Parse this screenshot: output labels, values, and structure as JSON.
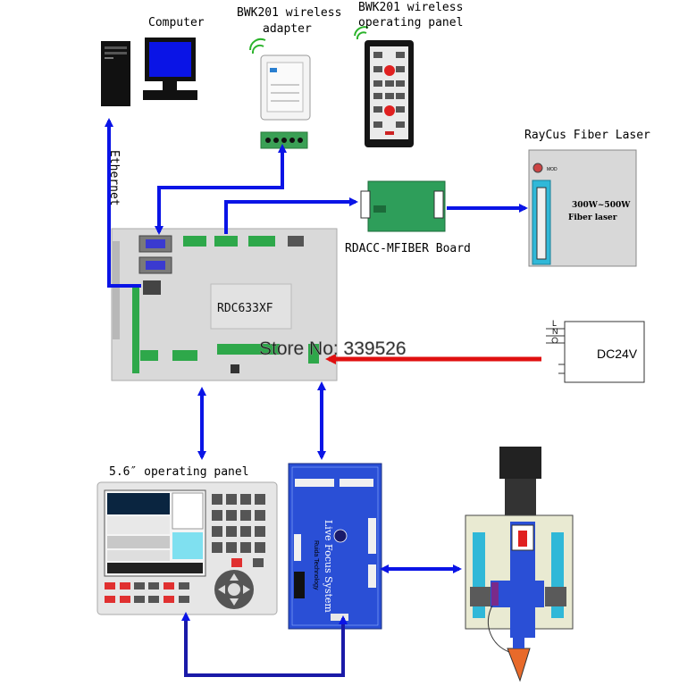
{
  "labels": {
    "computer": "Computer",
    "adapter_line1": "BWK201 wireless",
    "adapter_line2": "adapter",
    "remote_line1": "BWK201 wireless",
    "remote_line2": "operating panel",
    "fiber_laser_title": "RayCus Fiber Laser",
    "fiber_laser_body1": "300W~500W",
    "fiber_laser_body2": "Fiber laser",
    "ethernet": "Ethernet",
    "board": "RDACC-MFIBER Board",
    "controller": "RDC633XF",
    "power": "DC24V",
    "power_l": "L",
    "power_n": "N",
    "panel": "5.6″ operating panel",
    "focus_system": "Live Focus System",
    "focus_company": "Ruida Technology",
    "watermark": "Store No: 339526"
  },
  "colors": {
    "link": "#0a14e6",
    "power_link": "#e01010",
    "board_green": "#2e9e5a",
    "focus_board": "#2a4fd6",
    "laser_box": "#d8d8d8",
    "controller_body": "#d9d9d9"
  },
  "icons": {
    "computer": "desktop-computer-icon",
    "wifi": "wifi-signal-icon"
  }
}
